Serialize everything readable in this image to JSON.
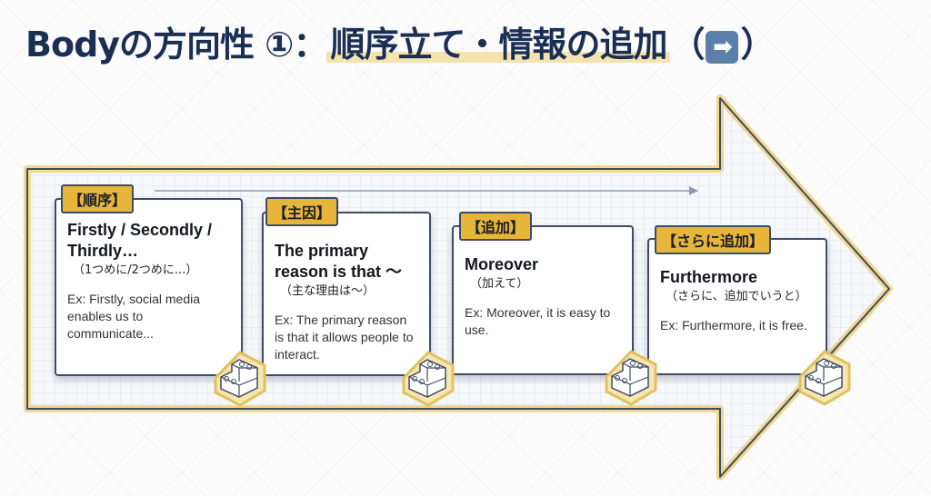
{
  "title": {
    "prefix": "Bodyの方向性 ①：",
    "highlight": "順序立て・情報の追加",
    "suffix_open": "（",
    "emoji": "➡",
    "suffix_close": "）"
  },
  "colors": {
    "navy": "#1b2f55",
    "tag": "#e7b53a",
    "highlight": "#f5e3ae"
  },
  "cards": [
    {
      "tag": "【順序】",
      "head": "Firstly / Secondly / Thirdly…",
      "jp": "（1つめに/2つめに...）",
      "ex": "Ex: Firstly, social media enables us to communicate..."
    },
    {
      "tag": "【主因】",
      "head": "The primary reason is that ～",
      "jp": "（主な理由は～）",
      "ex": "Ex: The primary reason is that it allows people to interact."
    },
    {
      "tag": "【追加】",
      "head": "Moreover",
      "jp": "（加えて）",
      "ex": "Ex: Moreover, it is easy to use."
    },
    {
      "tag": "【さらに追加】",
      "head": "Furthermore",
      "jp": "（さらに、追加でいうと）",
      "ex": "Ex: Furthermore, it is free."
    }
  ]
}
